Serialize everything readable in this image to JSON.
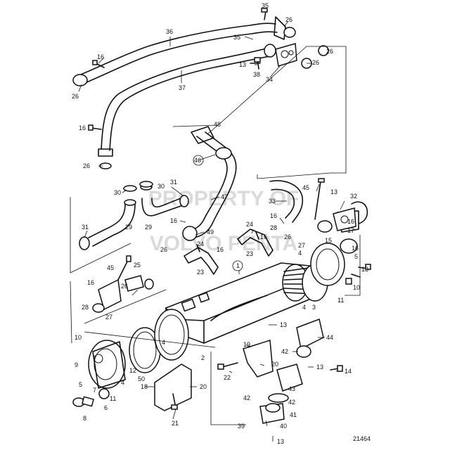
{
  "watermark": {
    "line1": "PROPERTY OF",
    "line2": "VOLVO PENTA"
  },
  "figure_number": "21464",
  "callouts": [
    {
      "id": "c35a",
      "label": "35"
    },
    {
      "id": "c26a",
      "label": "26"
    },
    {
      "id": "c36",
      "label": "36"
    },
    {
      "id": "c35b",
      "label": "35"
    },
    {
      "id": "c16a",
      "label": "16"
    },
    {
      "id": "c13a",
      "label": "13"
    },
    {
      "id": "c38",
      "label": "38"
    },
    {
      "id": "c26b",
      "label": "26"
    },
    {
      "id": "c34",
      "label": "34"
    },
    {
      "id": "c26c",
      "label": "26"
    },
    {
      "id": "c37",
      "label": "37"
    },
    {
      "id": "c26d",
      "label": "26"
    },
    {
      "id": "c16b",
      "label": "16"
    },
    {
      "id": "c48",
      "label": "48"
    },
    {
      "id": "c46",
      "label": "46"
    },
    {
      "id": "c26e",
      "label": "26"
    },
    {
      "id": "c30a",
      "label": "30"
    },
    {
      "id": "c31a",
      "label": "31"
    },
    {
      "id": "c30b",
      "label": "30"
    },
    {
      "id": "c47",
      "label": "47"
    },
    {
      "id": "c45a",
      "label": "45"
    },
    {
      "id": "c13b",
      "label": "13"
    },
    {
      "id": "c32",
      "label": "32"
    },
    {
      "id": "c33",
      "label": "33"
    },
    {
      "id": "c16c",
      "label": "16"
    },
    {
      "id": "c29a",
      "label": "29"
    },
    {
      "id": "c29b",
      "label": "29"
    },
    {
      "id": "c31b",
      "label": "31"
    },
    {
      "id": "c16d",
      "label": "16"
    },
    {
      "id": "c49",
      "label": "49"
    },
    {
      "id": "c24a",
      "label": "24"
    },
    {
      "id": "c16e",
      "label": "16"
    },
    {
      "id": "c28a",
      "label": "28"
    },
    {
      "id": "c16f",
      "label": "16"
    },
    {
      "id": "c26f",
      "label": "26"
    },
    {
      "id": "c27a",
      "label": "27"
    },
    {
      "id": "c17",
      "label": "17"
    },
    {
      "id": "c26g",
      "label": "26"
    },
    {
      "id": "c24b",
      "label": "24"
    },
    {
      "id": "c23a",
      "label": "23"
    },
    {
      "id": "c4a",
      "label": "4"
    },
    {
      "id": "c15",
      "label": "15"
    },
    {
      "id": "c16g",
      "label": "16"
    },
    {
      "id": "c16h",
      "label": "16"
    },
    {
      "id": "c45b",
      "label": "45"
    },
    {
      "id": "c25",
      "label": "25"
    },
    {
      "id": "c1",
      "label": "1"
    },
    {
      "id": "c23b",
      "label": "23"
    },
    {
      "id": "c5a",
      "label": "5"
    },
    {
      "id": "c13c",
      "label": "13"
    },
    {
      "id": "c16i",
      "label": "16"
    },
    {
      "id": "c26h",
      "label": "26"
    },
    {
      "id": "c10a",
      "label": "10"
    },
    {
      "id": "c28b",
      "label": "28"
    },
    {
      "id": "c27b",
      "label": "27"
    },
    {
      "id": "c4b",
      "label": "4"
    },
    {
      "id": "c3",
      "label": "3"
    },
    {
      "id": "c11a",
      "label": "11"
    },
    {
      "id": "c13d",
      "label": "13"
    },
    {
      "id": "c44",
      "label": "44"
    },
    {
      "id": "c10b",
      "label": "10"
    },
    {
      "id": "c19",
      "label": "19"
    },
    {
      "id": "c42a",
      "label": "42"
    },
    {
      "id": "c9",
      "label": "9"
    },
    {
      "id": "c4c",
      "label": "4"
    },
    {
      "id": "c2",
      "label": "2"
    },
    {
      "id": "c13e",
      "label": "13"
    },
    {
      "id": "c14",
      "label": "14"
    },
    {
      "id": "c12",
      "label": "12"
    },
    {
      "id": "c50",
      "label": "50"
    },
    {
      "id": "c20a",
      "label": "20"
    },
    {
      "id": "c22",
      "label": "22"
    },
    {
      "id": "c5b",
      "label": "5"
    },
    {
      "id": "c4d",
      "label": "4"
    },
    {
      "id": "c43",
      "label": "43"
    },
    {
      "id": "c7",
      "label": "7"
    },
    {
      "id": "c18",
      "label": "18"
    },
    {
      "id": "c20b",
      "label": "20"
    },
    {
      "id": "c42b",
      "label": "42"
    },
    {
      "id": "c11b",
      "label": "11"
    },
    {
      "id": "c6",
      "label": "6"
    },
    {
      "id": "c42c",
      "label": "42"
    },
    {
      "id": "c41",
      "label": "41"
    },
    {
      "id": "c8",
      "label": "8"
    },
    {
      "id": "c21",
      "label": "21"
    },
    {
      "id": "c39",
      "label": "39"
    },
    {
      "id": "c40",
      "label": "40"
    },
    {
      "id": "c13f",
      "label": "13"
    }
  ]
}
